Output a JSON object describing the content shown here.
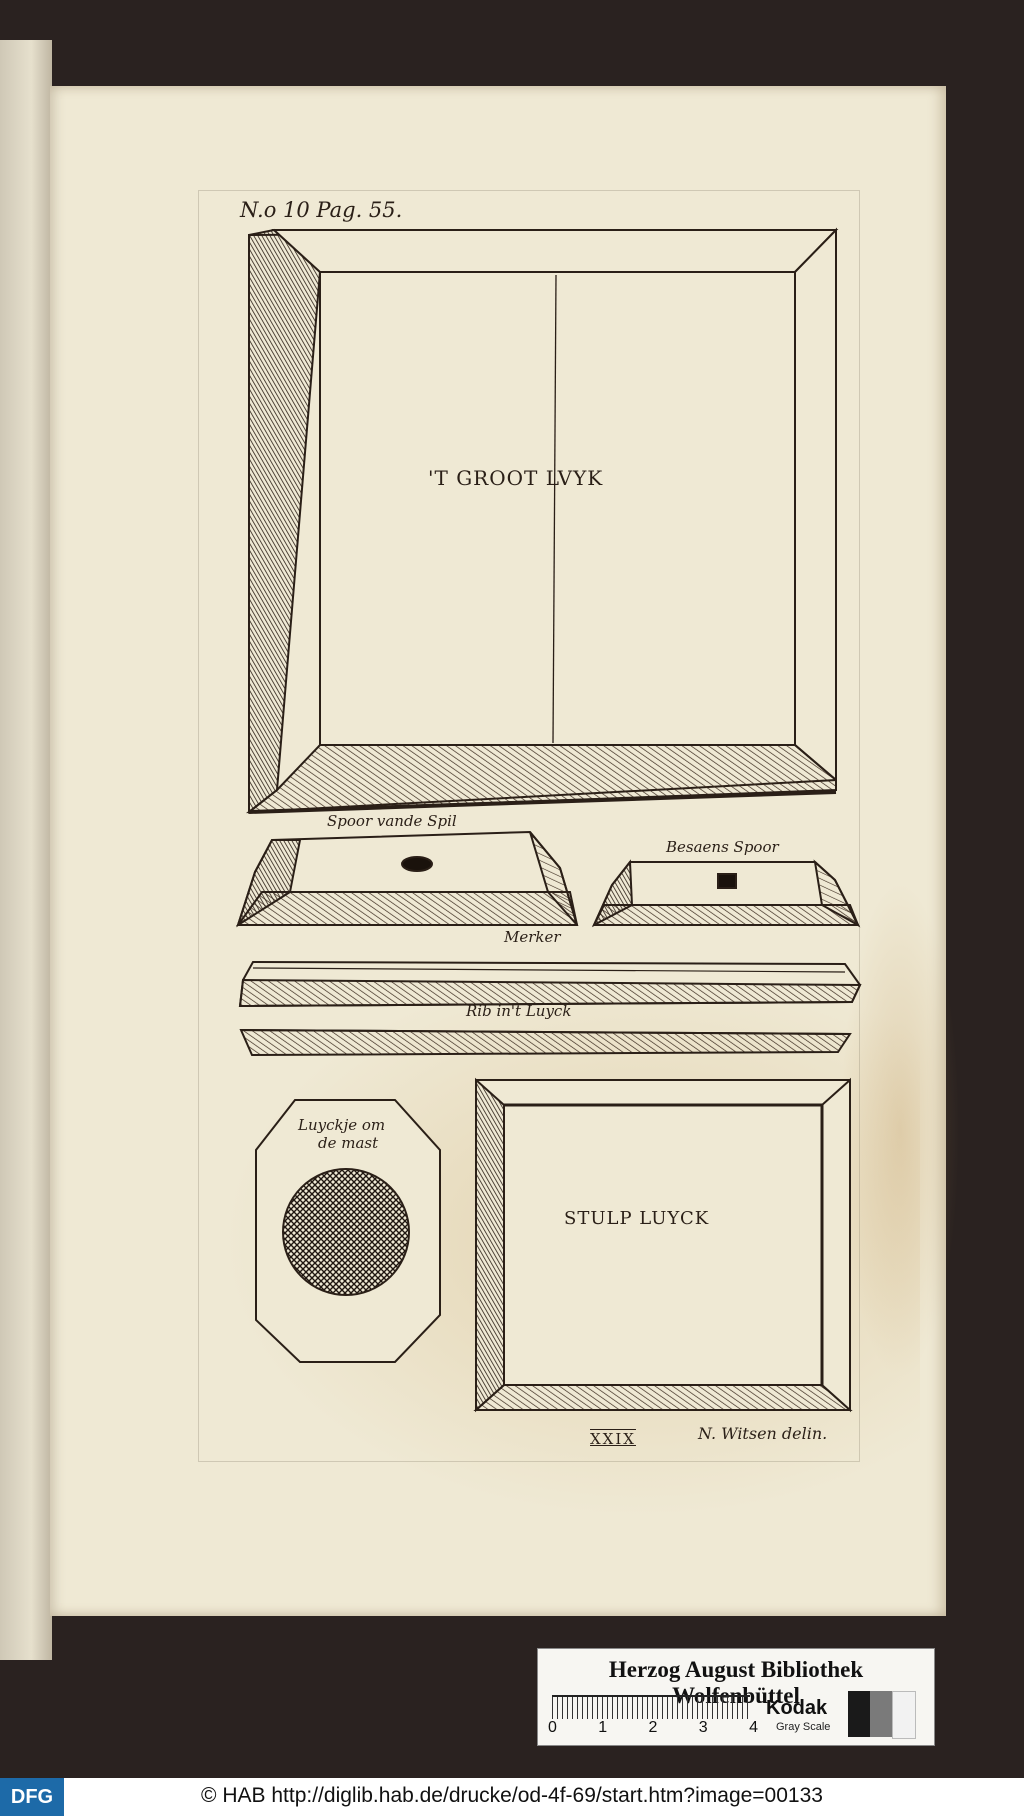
{
  "plate": {
    "page_ref": "N.o 10 Pag. 55.",
    "items": {
      "groot_luyk": "'T GROOT LVYK",
      "spoor_spil": "Spoor vande Spil",
      "besaens_spoor": "Besaens Spoor",
      "merker": "Merker",
      "rib": "Rib in't Luyck",
      "luyckje_line1": "Luyckje om",
      "luyckje_line2": "de mast",
      "stulp_luyck": "STULP LUYCK"
    },
    "plate_number": "XXIX",
    "signature": "N. Witsen delin."
  },
  "library_card": {
    "title": "Herzog August Bibliothek Wolfenbüttel",
    "ruler_numbers": [
      "0",
      "1",
      "2",
      "3",
      "4"
    ],
    "brand": "Kodak",
    "subtitle": "Gray Scale",
    "swatch_colors": [
      "#1a1a1a",
      "#7a7a7a",
      "#f2f2f2"
    ]
  },
  "footer": {
    "logo": "DFG",
    "copyright": "© HAB ",
    "url": "http://diglib.hab.de/drucke/od-4f-69/start.htm?image=00133"
  }
}
